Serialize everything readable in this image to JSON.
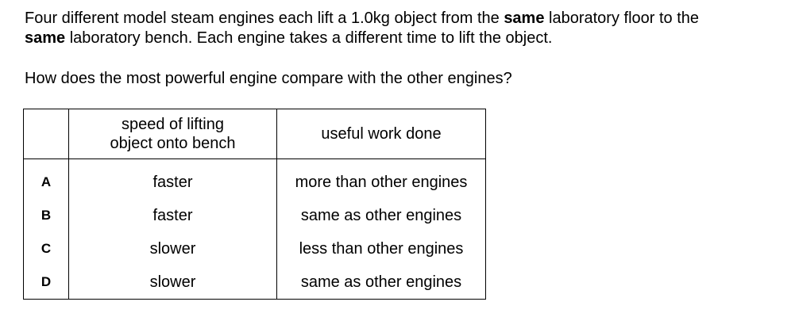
{
  "question": {
    "stem_line1_a": "Four different model steam engines each lift a 1.0",
    "stem_line1_unit": "kg",
    "stem_line1_b": " object from the ",
    "stem_line1_bold": "same",
    "stem_line1_c": " laboratory floor to the",
    "stem_line2_bold": "same",
    "stem_line2_a": " laboratory bench. Each engine takes a different time to lift the object.",
    "prompt": "How does the most powerful engine compare with the other engines?"
  },
  "table": {
    "header": {
      "col1": "",
      "col2_line1": "speed of lifting",
      "col2_line2": "object onto bench",
      "col3": "useful work done"
    },
    "rows": [
      {
        "letter": "A",
        "speed": "faster",
        "work": "more than other engines"
      },
      {
        "letter": "B",
        "speed": "faster",
        "work": "same as other engines"
      },
      {
        "letter": "C",
        "speed": "slower",
        "work": "less than other engines"
      },
      {
        "letter": "D",
        "speed": "slower",
        "work": "same as other engines"
      }
    ]
  }
}
